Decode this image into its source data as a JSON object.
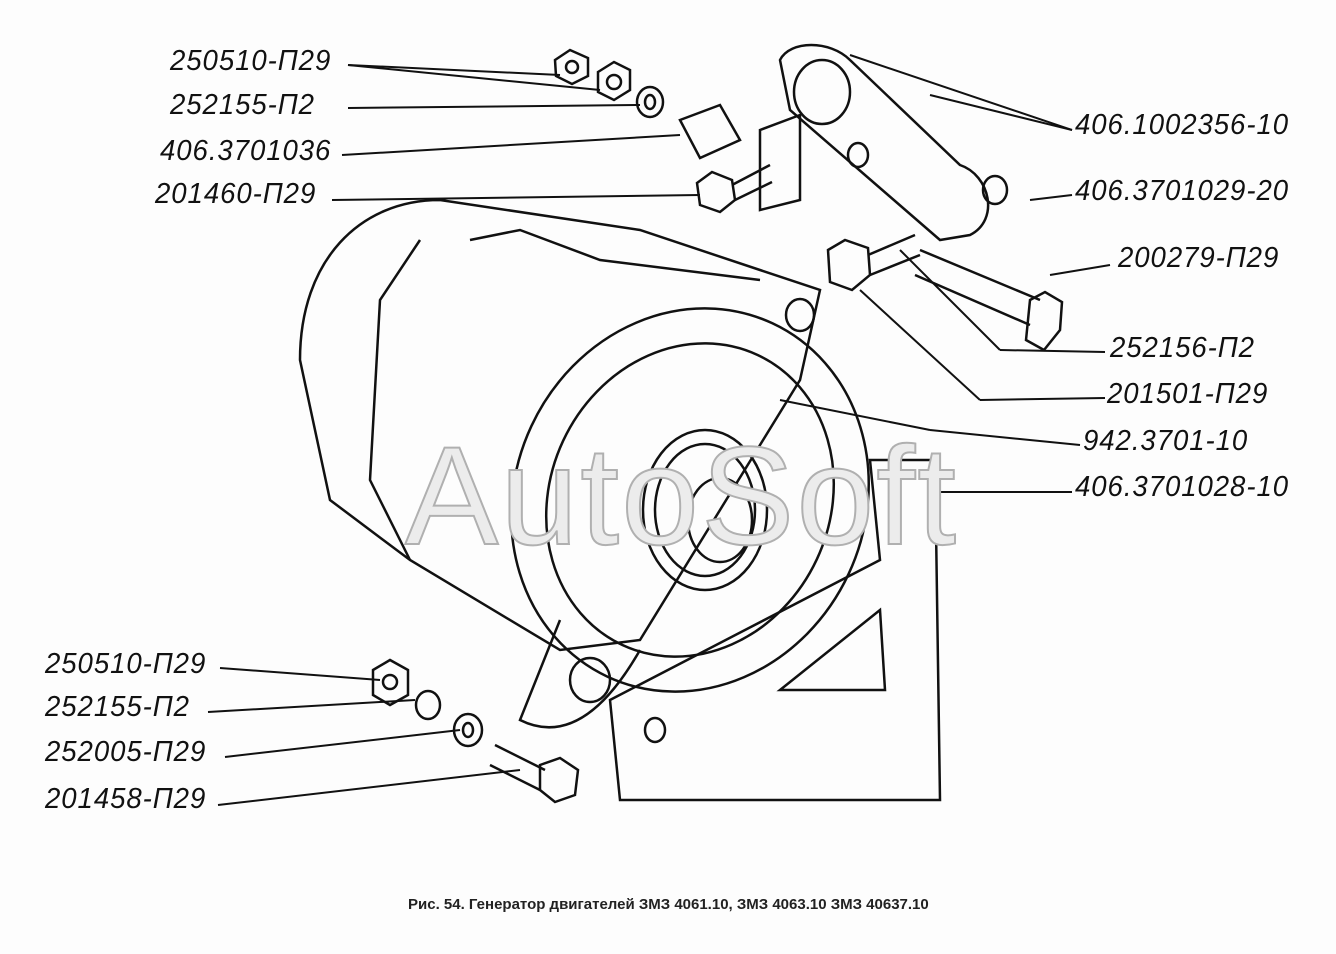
{
  "watermark": "AutoSoft",
  "labels": {
    "top_nut": "250510-П29",
    "top_washer": "252155-П2",
    "bushing": "406.3701036",
    "top_bolt": "201460-П29",
    "bracket_plate": "406.1002356-10",
    "upper_bracket": "406.3701029-20",
    "long_bolt": "200279-П29",
    "spring_washer": "252156-П2",
    "bracket_bolt": "201501-П29",
    "generator": "942.3701-10",
    "lower_bracket": "406.3701028-10",
    "bottom_nut": "250510-П29",
    "bottom_spring_washer": "252155-П2",
    "bottom_washer": "252005-П29",
    "bottom_bolt": "201458-П29"
  },
  "caption": "Рис. 54. Генератор двигателей ЗМЗ 4061.10, ЗМЗ 4063.10  ЗМЗ 40637.10"
}
